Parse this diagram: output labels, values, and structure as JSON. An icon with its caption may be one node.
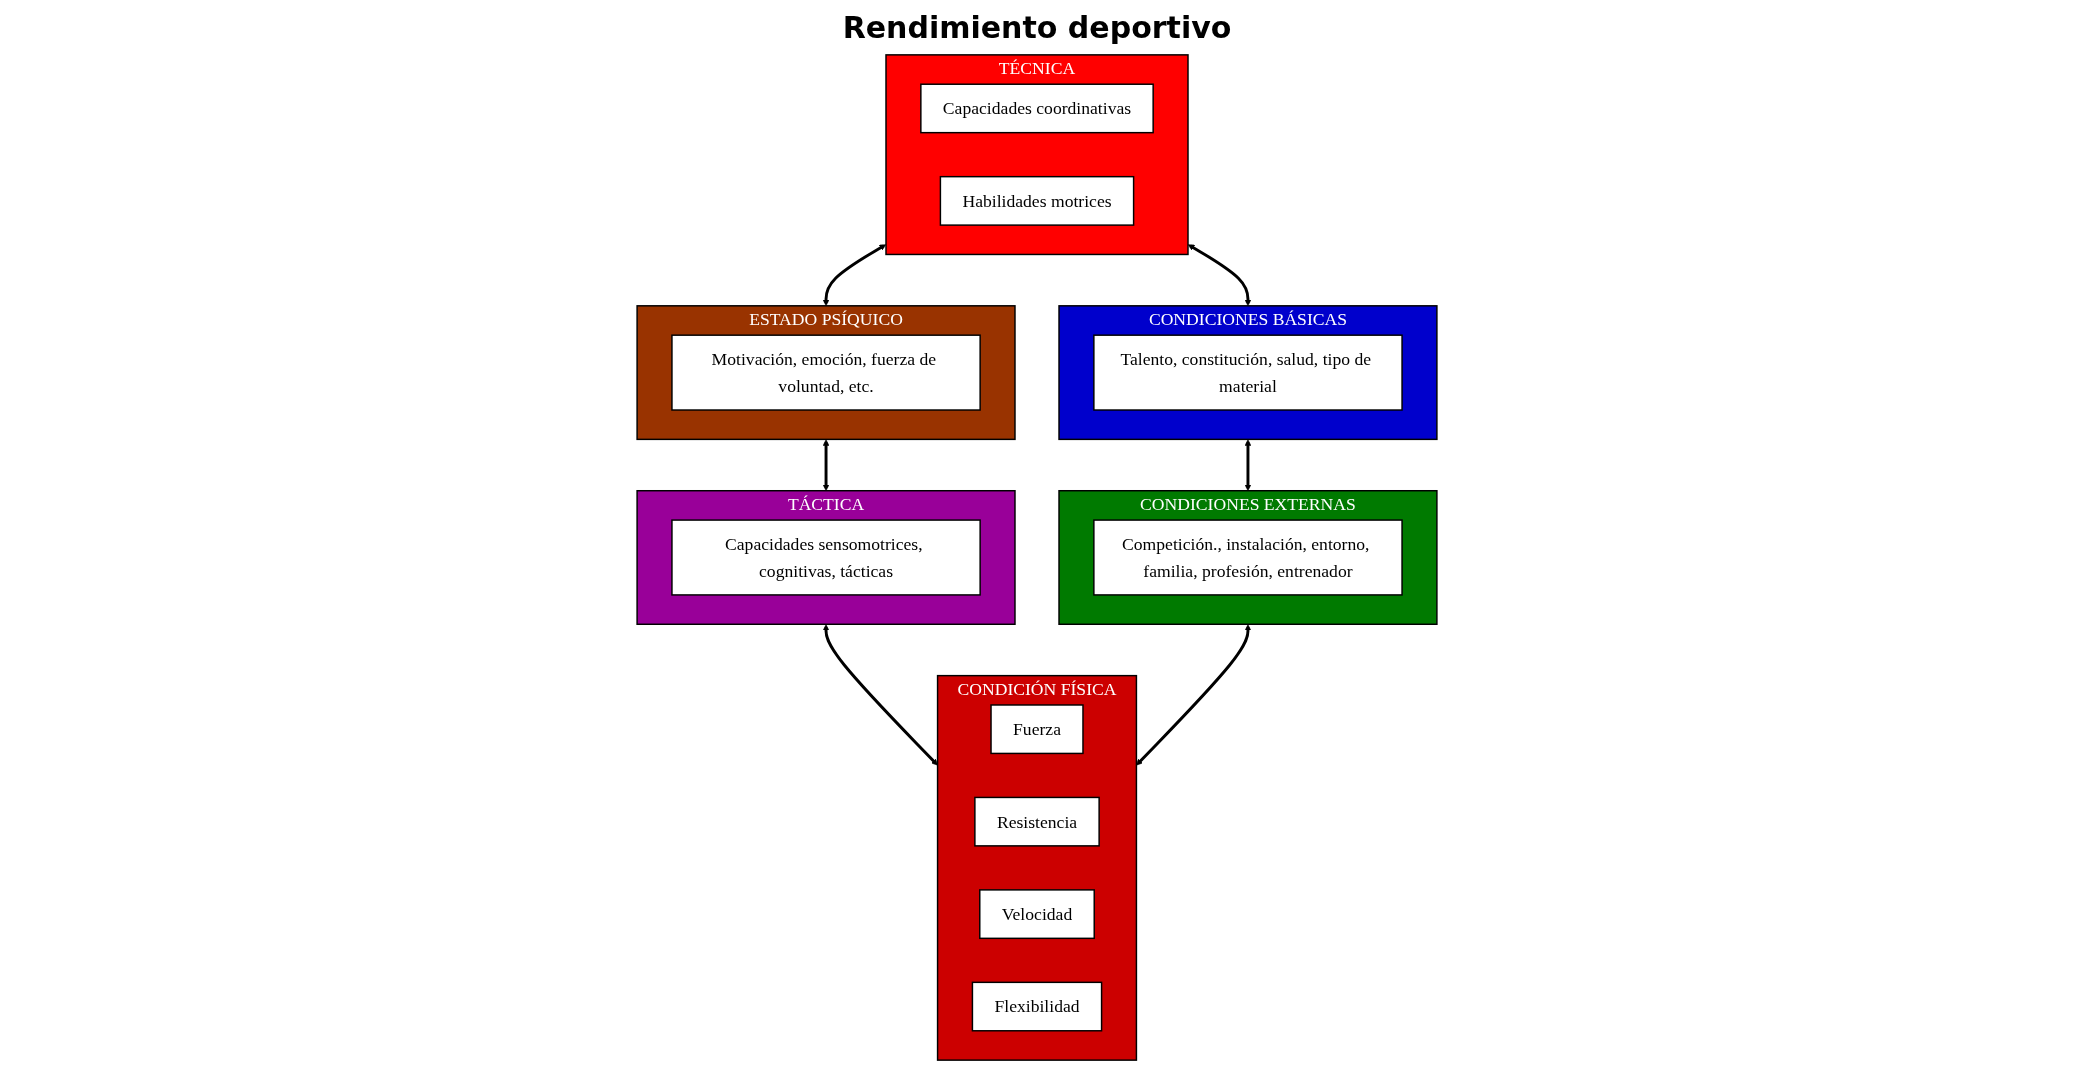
{
  "diagram": {
    "nodes": [
      {
        "text": [
          "TÉCNICA"
        ]
      },
      {
        "text": [
          "Capacidades coordinativas"
        ],
        "in": 0
      },
      {
        "text": [
          "Habilidades motrices"
        ],
        "in": 0
      },
      {
        "text": [
          "ESTADO PSÍQUICO"
        ]
      },
      {
        "text": [
          "Motivación, emoción, fuerza de voluntad, etc."
        ],
        "in": 3
      },
      {
        "text": [
          "CONDICIONES BÁSICAS"
        ]
      },
      {
        "text": [
          "Talento, constitución, salud, tipo de material"
        ],
        "in": 5
      },
      {
        "text": [
          "TÁCTICA"
        ]
      },
      {
        "text": [
          "Capacidades sensomotrices, cognitivas, tácticas"
        ],
        "in": 7
      },
      {
        "text": [
          "CONDICIONES EXTERNAS"
        ]
      },
      {
        "text": [
          "Competición., instalación, entorno, familia, profesión, entrenador"
        ],
        "in": 9
      },
      {
        "text": [
          "CONDICIÓN FÍSICA"
        ]
      },
      {
        "text": [
          "Fuerza"
        ],
        "in": 11
      },
      {
        "text": [
          "Resistencia"
        ],
        "in": 11
      },
      {
        "text": [
          "Velocidad"
        ],
        "in": 11
      },
      {
        "text": [
          "Flexibilidad"
        ],
        "in": 11
      }
    ],
    "edges": [
      {
        "from": 0,
        "to": 3,
        "arrow": "both"
      },
      {
        "from": 0,
        "to": 5,
        "arrow": "both"
      },
      {
        "from": 3,
        "to": 7,
        "arrow": "both"
      },
      {
        "from": 5,
        "to": 9,
        "arrow": "both"
      },
      {
        "from": 7,
        "to": 11,
        "arrow": "both"
      },
      {
        "from": 9,
        "to": 11,
        "arrow": "both"
      }
    ],
    "labels": [
      "Rendimiento deportivo"
    ]
  }
}
